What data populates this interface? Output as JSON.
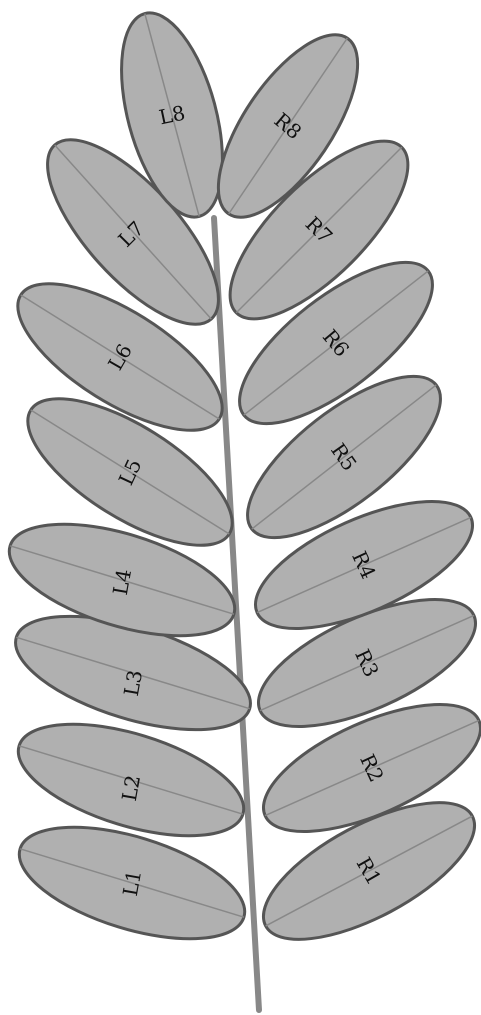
{
  "leaflets": [
    {
      "id": "L1",
      "label": "L1"
    },
    {
      "id": "L2",
      "label": "L2"
    },
    {
      "id": "L3",
      "label": "L3"
    },
    {
      "id": "L4",
      "label": "L4"
    },
    {
      "id": "L5",
      "label": "L5"
    },
    {
      "id": "L6",
      "label": "L6"
    },
    {
      "id": "L7",
      "label": "L7"
    },
    {
      "id": "L8",
      "label": "L8"
    },
    {
      "id": "R1",
      "label": "R1"
    },
    {
      "id": "R2",
      "label": "R2"
    },
    {
      "id": "R3",
      "label": "R3"
    },
    {
      "id": "R4",
      "label": "R4"
    },
    {
      "id": "R5",
      "label": "R5"
    },
    {
      "id": "R6",
      "label": "R6"
    },
    {
      "id": "R7",
      "label": "R7"
    },
    {
      "id": "R8",
      "label": "R8"
    }
  ],
  "colors": {
    "leaflet_fill": "#b0b0b0",
    "leaflet_stroke": "#555555",
    "midrib": "#888888",
    "rachis": "#888888",
    "label": "#111111"
  }
}
